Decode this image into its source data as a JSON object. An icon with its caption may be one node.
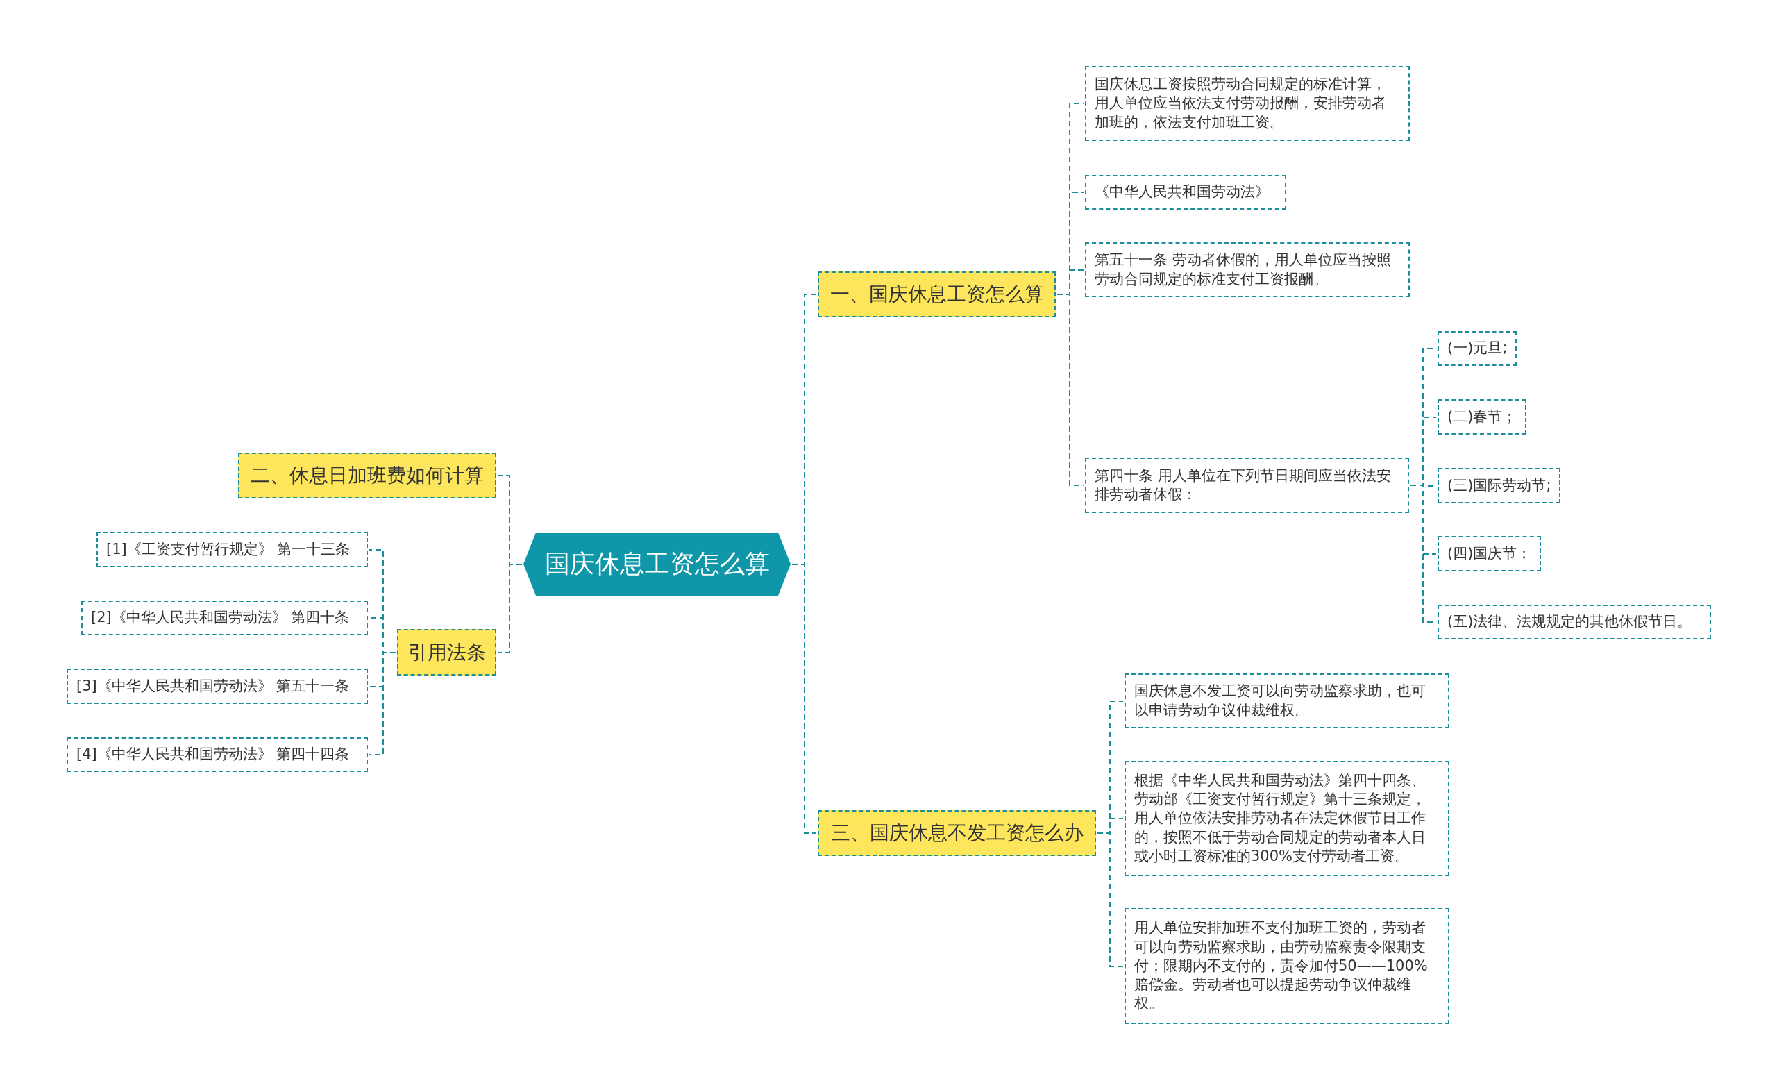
{
  "diagram": {
    "nodes": [
      {
        "text": [
          "国庆休息工资怎么算"
        ]
      },
      {
        "text": [
          "一、国庆休息工资怎么算"
        ]
      },
      {
        "text": [
          "国庆休息工资按照劳动合同规定的标准计算，用人单位应当依法支付劳动报酬，安排劳动者加班的，依法支付加班工资。"
        ]
      },
      {
        "text": [
          "《中华人民共和国劳动法》"
        ]
      },
      {
        "text": [
          "第五十一条 劳动者休假的，用人单位应当按照劳动合同规定的标准支付工资报酬。"
        ]
      },
      {
        "text": [
          "第四十条 用人单位在下列节日期间应当依法安排劳动者休假："
        ]
      },
      {
        "text": [
          "(一)元旦;"
        ]
      },
      {
        "text": [
          "(二)春节；"
        ]
      },
      {
        "text": [
          "(三)国际劳动节;"
        ]
      },
      {
        "text": [
          "(四)国庆节；"
        ]
      },
      {
        "text": [
          "(五)法律、法规规定的其他休假节日。"
        ]
      },
      {
        "text": [
          "三、国庆休息不发工资怎么办"
        ]
      },
      {
        "text": [
          "国庆休息不发工资可以向劳动监察求助，也可以申请劳动争议仲裁维权。"
        ]
      },
      {
        "text": [
          "根据《中华人民共和国劳动法》第四十四条、劳动部《工资支付暂行规定》第十三条规定，用人单位依法安排劳动者在法定休假节日工作的，按照不低于劳动合同规定的劳动者本人日或小时工资标准的300%支付劳动者工资。"
        ]
      },
      {
        "text": [
          "用人单位安排加班不支付加班工资的，劳动者可以向劳动监察求助，由劳动监察责令限期支付；限期内不支付的，责令加付50——100%赔偿金。劳动者也可以提起劳动争议仲裁维权。"
        ]
      },
      {
        "text": [
          "二、休息日加班费如何计算"
        ]
      },
      {
        "text": [
          "引用法条"
        ]
      },
      {
        "text": [
          "[1]《工资支付暂行规定》 第一十三条"
        ]
      },
      {
        "text": [
          "[2]《中华人民共和国劳动法》 第四十条"
        ]
      },
      {
        "text": [
          "[3]《中华人民共和国劳动法》 第五十一条"
        ]
      },
      {
        "text": [
          "[4]《中华人民共和国劳动法》 第四十四条"
        ]
      }
    ],
    "edges": [
      {
        "from": 0,
        "to": 1,
        "arrow": "none",
        "style": "dashed"
      },
      {
        "from": 1,
        "to": 2,
        "arrow": "none",
        "style": "dashed"
      },
      {
        "from": 1,
        "to": 3,
        "arrow": "none",
        "style": "dashed"
      },
      {
        "from": 1,
        "to": 4,
        "arrow": "none",
        "style": "dashed"
      },
      {
        "from": 1,
        "to": 5,
        "arrow": "none",
        "style": "dashed"
      },
      {
        "from": 5,
        "to": 6,
        "arrow": "none",
        "style": "dashed"
      },
      {
        "from": 5,
        "to": 7,
        "arrow": "none",
        "style": "dashed"
      },
      {
        "from": 5,
        "to": 8,
        "arrow": "none",
        "style": "dashed"
      },
      {
        "from": 5,
        "to": 9,
        "arrow": "none",
        "style": "dashed"
      },
      {
        "from": 5,
        "to": 10,
        "arrow": "none",
        "style": "dashed"
      },
      {
        "from": 0,
        "to": 11,
        "arrow": "none",
        "style": "dashed"
      },
      {
        "from": 11,
        "to": 12,
        "arrow": "none",
        "style": "dashed"
      },
      {
        "from": 11,
        "to": 13,
        "arrow": "none",
        "style": "dashed"
      },
      {
        "from": 11,
        "to": 14,
        "arrow": "none",
        "style": "dashed"
      },
      {
        "from": 0,
        "to": 15,
        "arrow": "none",
        "style": "dashed"
      },
      {
        "from": 0,
        "to": 16,
        "arrow": "none",
        "style": "dashed"
      },
      {
        "from": 16,
        "to": 17,
        "arrow": "none",
        "style": "dashed"
      },
      {
        "from": 16,
        "to": 18,
        "arrow": "none",
        "style": "dashed"
      },
      {
        "from": 16,
        "to": 19,
        "arrow": "none",
        "style": "dashed"
      },
      {
        "from": 16,
        "to": 20,
        "arrow": "none",
        "style": "dashed"
      }
    ]
  }
}
